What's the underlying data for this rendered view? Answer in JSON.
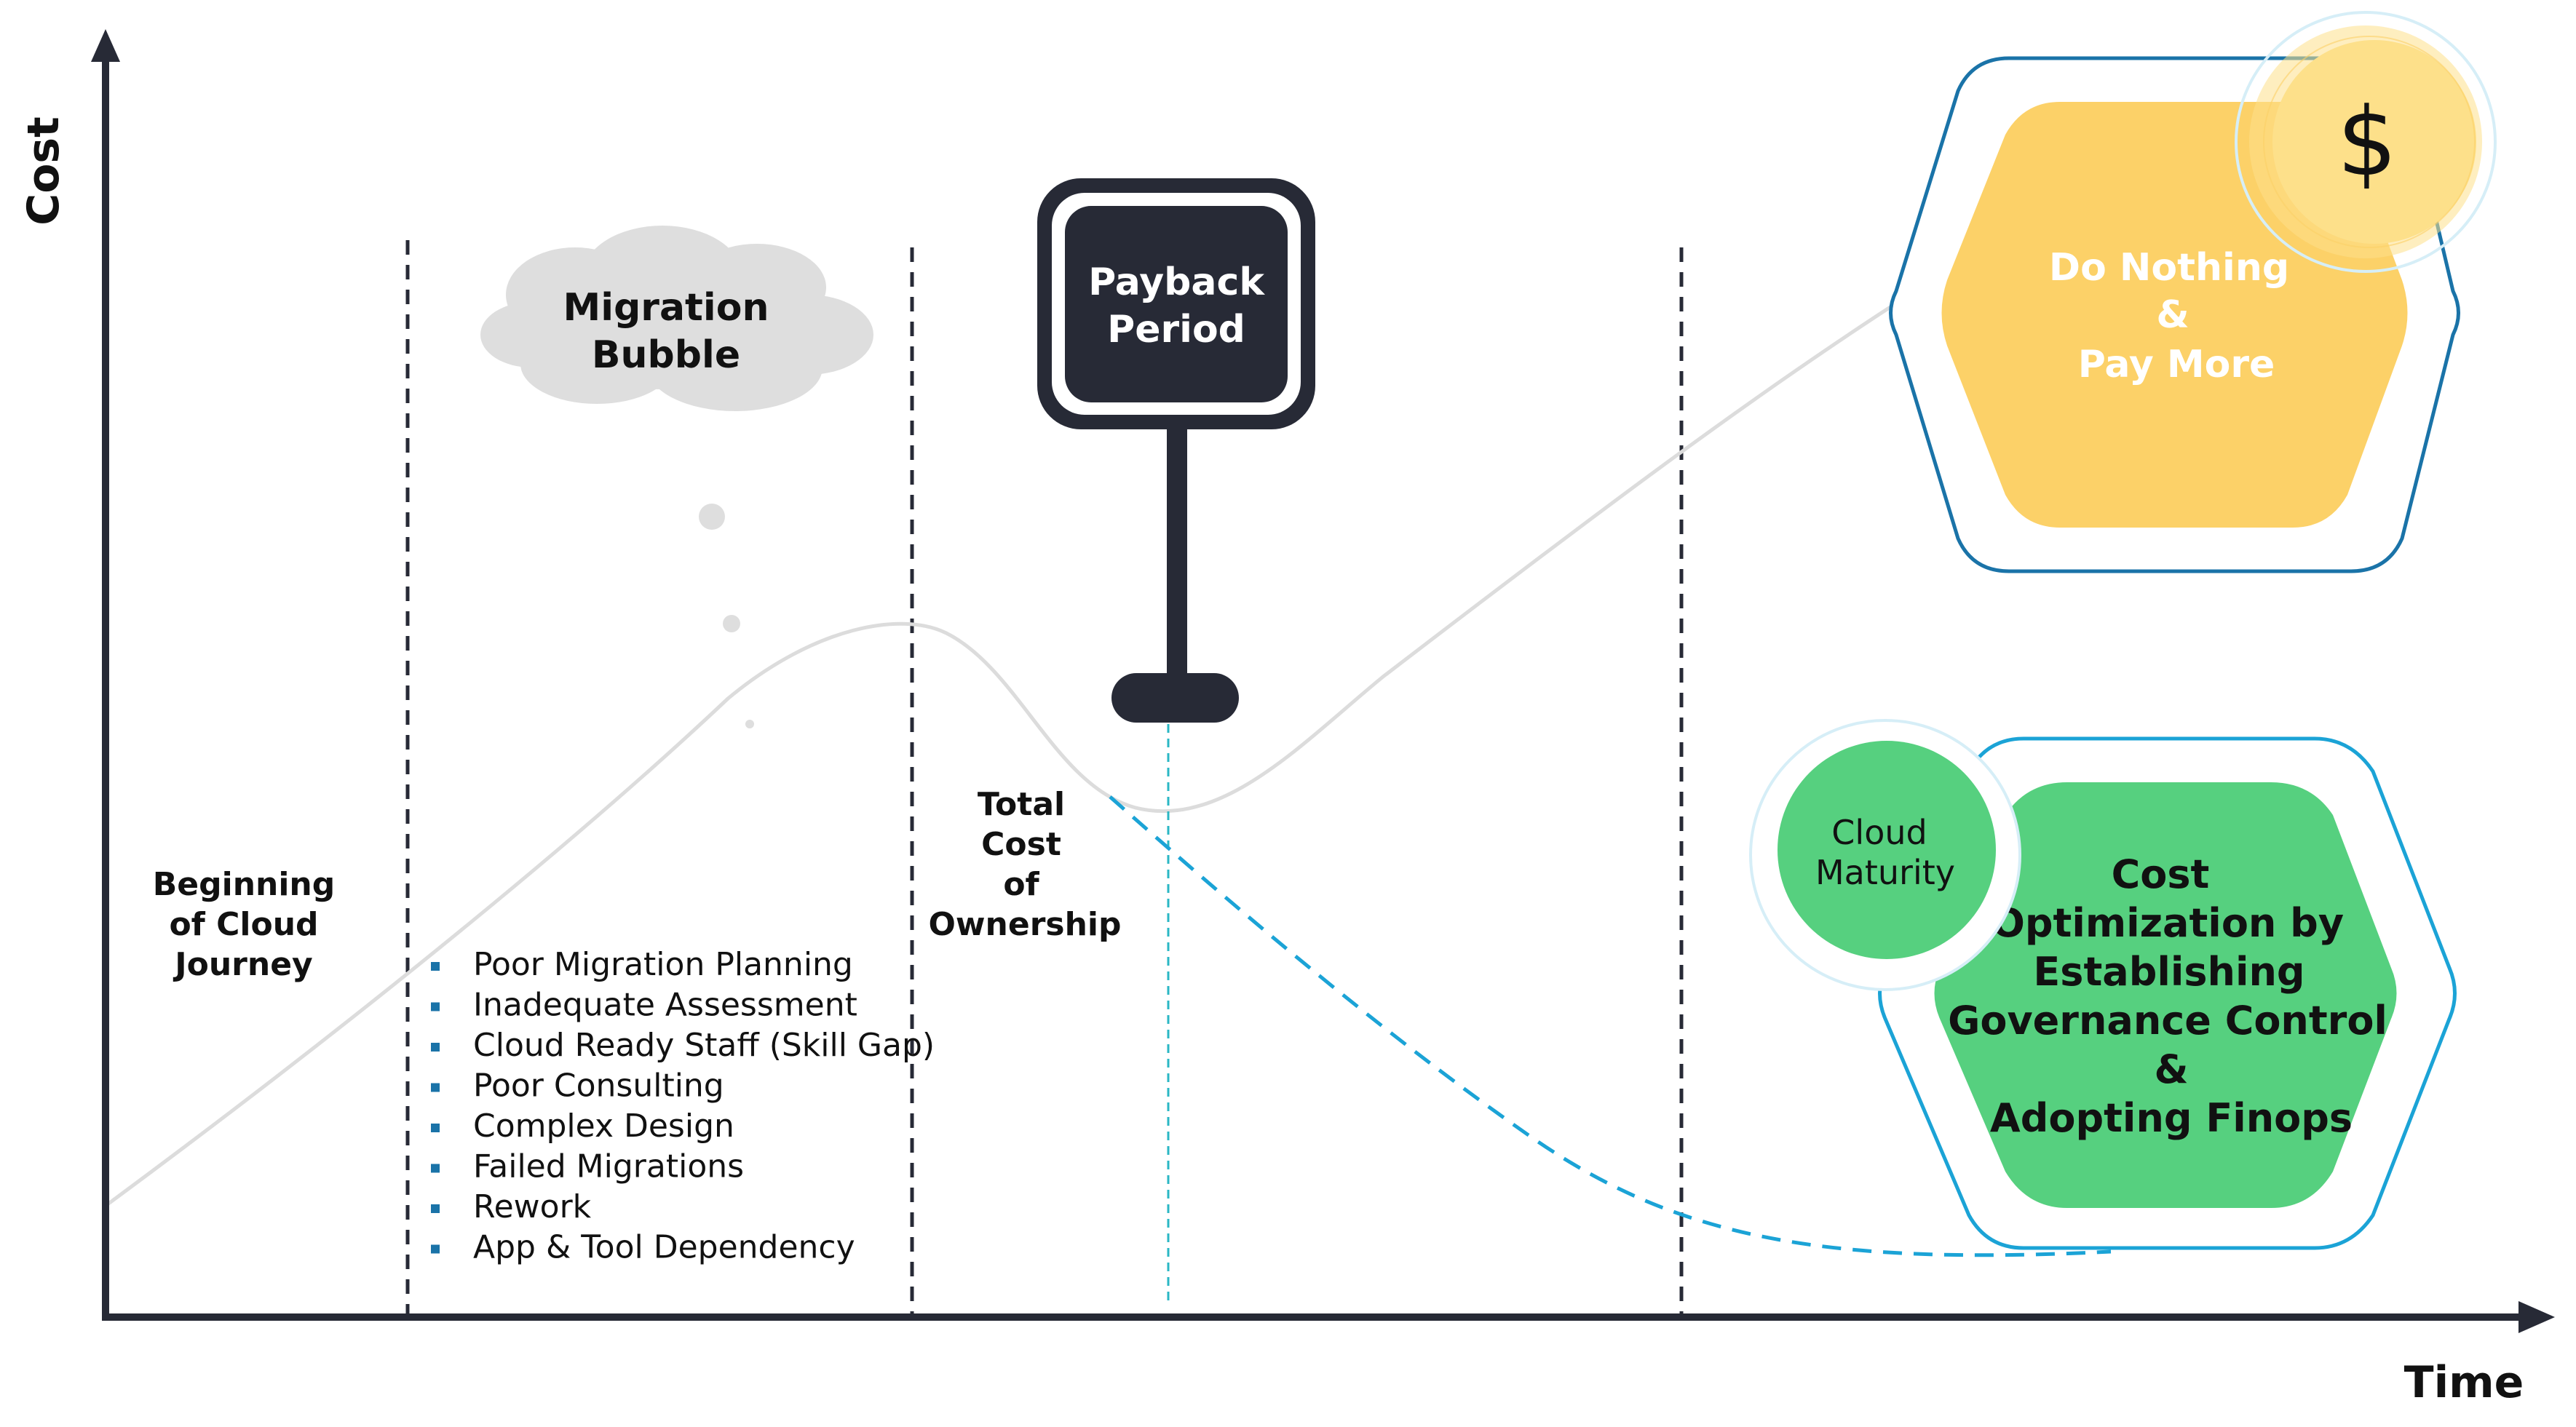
{
  "axes": {
    "y_label": "Cost",
    "x_label": "Time"
  },
  "labels": {
    "beginning": [
      "Beginning",
      "of Cloud",
      "Journey"
    ],
    "migration_bubble": [
      "Migration",
      "Bubble"
    ],
    "payback": [
      "Payback",
      "Period"
    ],
    "tco": [
      "Total",
      "Cost",
      "of",
      "Ownership"
    ],
    "do_nothing": [
      "Do Nothing",
      "&",
      "Pay More"
    ],
    "dollar": "$",
    "cloud_maturity": [
      "Cloud",
      "Maturity"
    ],
    "cost_optimization": [
      "Cost",
      "Optimization by",
      "Establishing",
      "Governance Control",
      "&",
      "Adopting Finops"
    ]
  },
  "issues": [
    "Poor Migration Planning",
    "Inadequate Assessment",
    "Cloud Ready Staff (Skill Gap)",
    "Poor Consulting",
    "Complex Design",
    "Failed Migrations",
    "Rework",
    "App & Tool Dependency"
  ],
  "colors": {
    "axis": "#272a36",
    "sign": "#272a36",
    "curve": "#dcdcdc",
    "dashed_curve": "#1ba3d6",
    "cloud": "#dedede",
    "yellow": "#fcd168",
    "yellow_light": "#fde08a",
    "green": "#56d07f",
    "hex_outline": "#1a73a8",
    "bullet": "#1a73a8"
  }
}
